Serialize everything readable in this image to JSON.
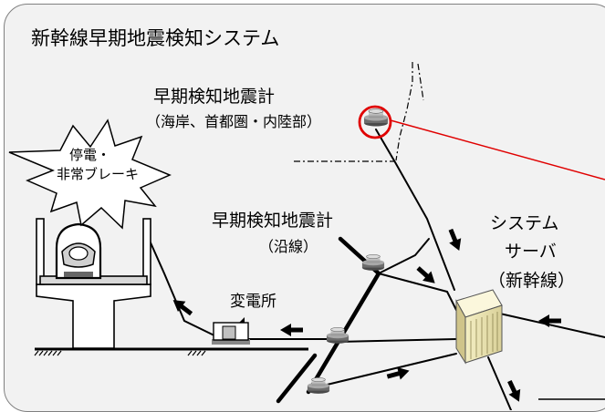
{
  "title": "新幹線早期地震検知システム",
  "coastal_seismometer": {
    "label": "早期検知地震計",
    "sublabel": "（海岸、首都圏・内陸部）"
  },
  "trackside_seismometer": {
    "label": "早期検知地震計",
    "sublabel": "（沿線）"
  },
  "burst": {
    "line1": "停電・",
    "line2": "非常ブレーキ"
  },
  "substation": {
    "label": "変電所"
  },
  "server": {
    "line1": "システム",
    "line2": "サーバ",
    "line3": "（新幹線）"
  },
  "colors": {
    "panel": "#f2f2f2",
    "panel_border": "#808080",
    "highlight": "#e00000",
    "line": "#000000"
  },
  "icons": [
    "seismometer-icon",
    "server-rack-icon",
    "substation-icon",
    "train-icon",
    "viaduct-icon",
    "burst-icon"
  ]
}
